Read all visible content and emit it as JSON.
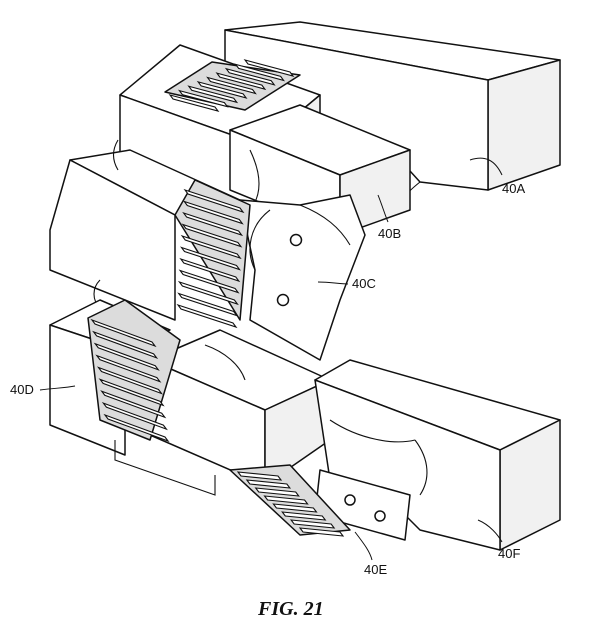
{
  "figure": {
    "caption": "FIG. 21",
    "labels": {
      "a": "40A",
      "b": "40B",
      "c": "40C",
      "d": "40D",
      "e": "40E",
      "f": "40F"
    }
  }
}
